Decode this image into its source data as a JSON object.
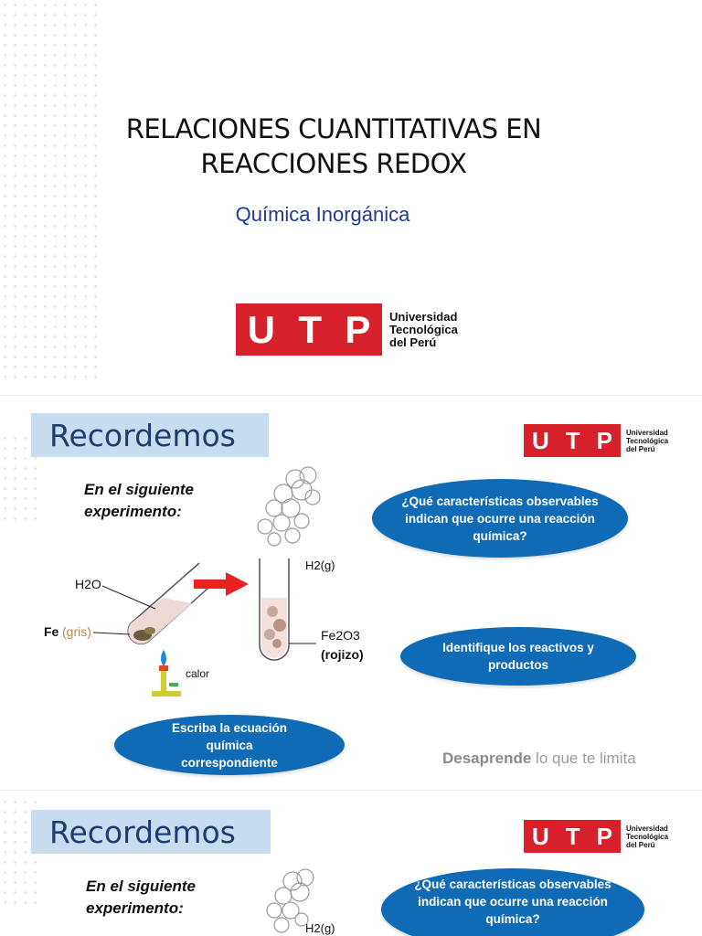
{
  "slide1": {
    "title_line1": "RELACIONES CUANTITATIVAS EN",
    "title_line2": "REACCIONES REDOX",
    "subtitle": "Química Inorgánica"
  },
  "logo": {
    "letters": [
      "U",
      "T",
      "P"
    ],
    "name_line1": "Universidad",
    "name_line2": "Tecnológica",
    "name_line3": "del Perú",
    "color": "#d6202a"
  },
  "slide2": {
    "heading": "Recordemos",
    "intro_line1": "En el siguiente",
    "intro_line2": "experimento:",
    "labels": {
      "h2o": "H2O",
      "fe": "Fe",
      "fe_color": "(gris)",
      "h2g": "H2(g)",
      "fe2o3": "Fe2O3",
      "rojizo": "(rojizo)",
      "calor": "calor"
    },
    "question1": "¿Qué características observables indican que ocurre una reacción química?",
    "question2": "Identifique los reactivos y productos",
    "question3": "Escriba la ecuación química correspondiente",
    "tagline_bold": "Desaprende",
    "tagline_rest": " lo que te limita"
  },
  "slide3": {
    "heading": "Recordemos",
    "intro_line1": "En el siguiente",
    "intro_line2": "experimento:",
    "h2g": "H2(g)",
    "question1": "¿Qué características observables indican que ocurre una reacción química?"
  },
  "colors": {
    "oval_blue": "#0f6bb5",
    "heading_bg": "#c7dcef",
    "arrow_red": "#e8231f"
  }
}
